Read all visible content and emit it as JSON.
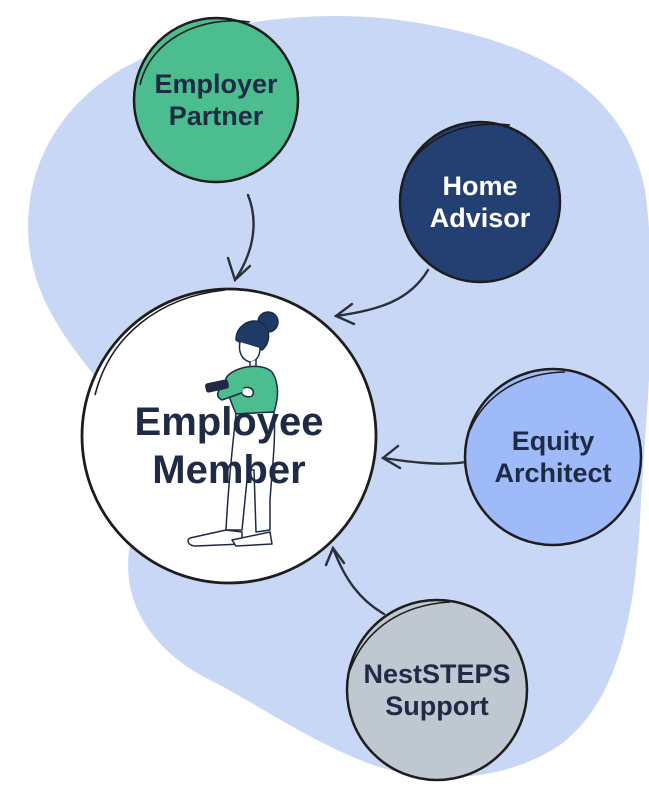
{
  "colors": {
    "blob": "#c9d7f6",
    "employer": "#4bbd8f",
    "home": "#243f72",
    "equity": "#9fbaf9",
    "support": "#bfc8d1",
    "center": "#ffffff",
    "text_dark": "#1f2a44",
    "text_light": "#ffffff",
    "stroke": "#1d1d1d"
  },
  "center": {
    "line1": "Employee",
    "line2": "Member",
    "illustration": "person-holding-phone-illustration"
  },
  "nodes": {
    "employer": {
      "line1": "Employer",
      "line2": "Partner"
    },
    "home": {
      "line1": "Home",
      "line2": "Advisor"
    },
    "equity": {
      "line1": "Equity",
      "line2": "Architect"
    },
    "support": {
      "line1": "NestSTEPS",
      "line2": "Support"
    }
  }
}
